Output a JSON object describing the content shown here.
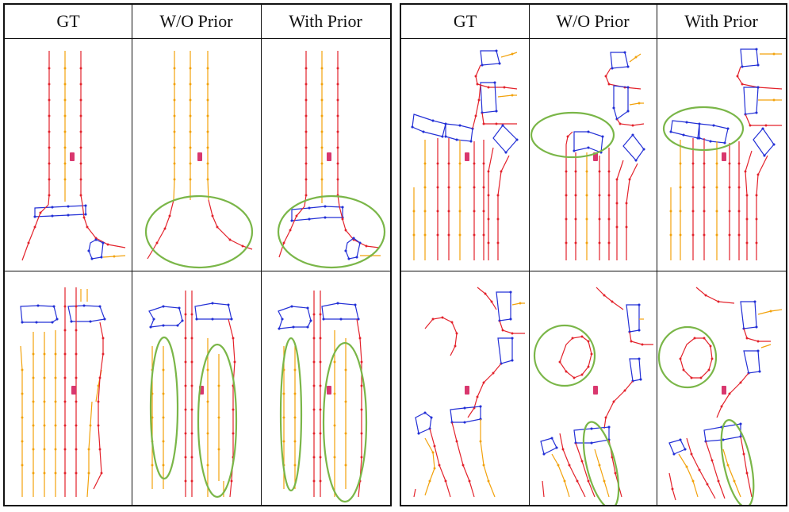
{
  "headers": [
    "GT",
    "W/O Prior",
    "With Prior"
  ],
  "legend_colors": {
    "divider": "#e3222b",
    "lane_line": "#f2a20c",
    "crossing": "#2330d6",
    "highlight": "#7ab648",
    "ego": "#d9376e"
  }
}
